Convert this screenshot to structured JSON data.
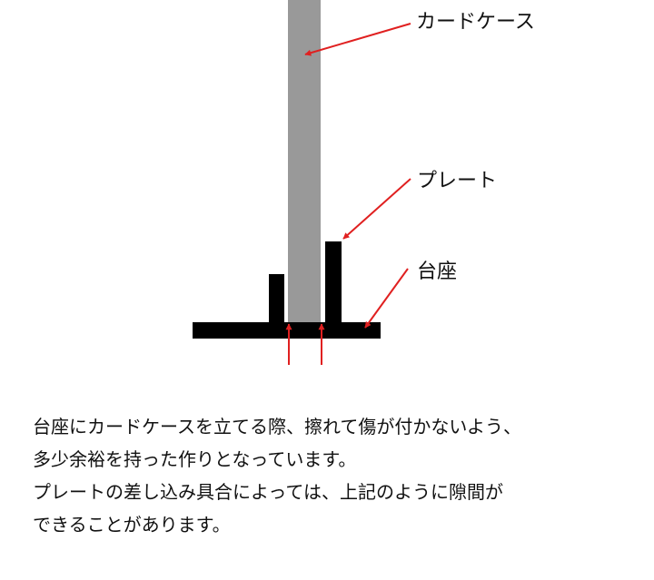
{
  "labels": {
    "card_case": "カードケース",
    "plate": "プレート",
    "base": "台座"
  },
  "description": [
    "台座にカードケースを立てる際、擦れて傷が付かないよう、",
    "多少余裕を持った作りとなっています。",
    "プレートの差し込み具合によっては、上記のように隙間が",
    "できることがあります。"
  ],
  "colors": {
    "card_case": "#999999",
    "structure": "#000000",
    "arrow": "#e02020",
    "text": "#111111"
  }
}
